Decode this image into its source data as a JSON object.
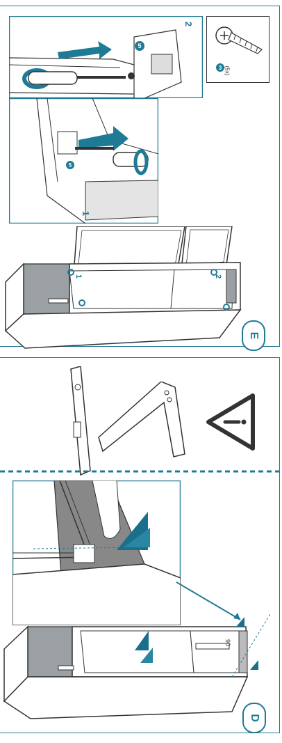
{
  "panel_e": {
    "badge": "E",
    "step_top": "2",
    "step_left": "1",
    "screw_count": "(5x)",
    "screw_step": "3",
    "tool_step_top": "5",
    "tool_step_bottom": "5",
    "hinge_left_label": "1",
    "hinge_right_label": "2"
  },
  "panel_d": {
    "badge": "D",
    "hole_count": "90"
  },
  "colors": {
    "accent": "#1f7a95",
    "warning_fill": "#1a6f8c",
    "grey_fill": "#9aa0a3"
  }
}
